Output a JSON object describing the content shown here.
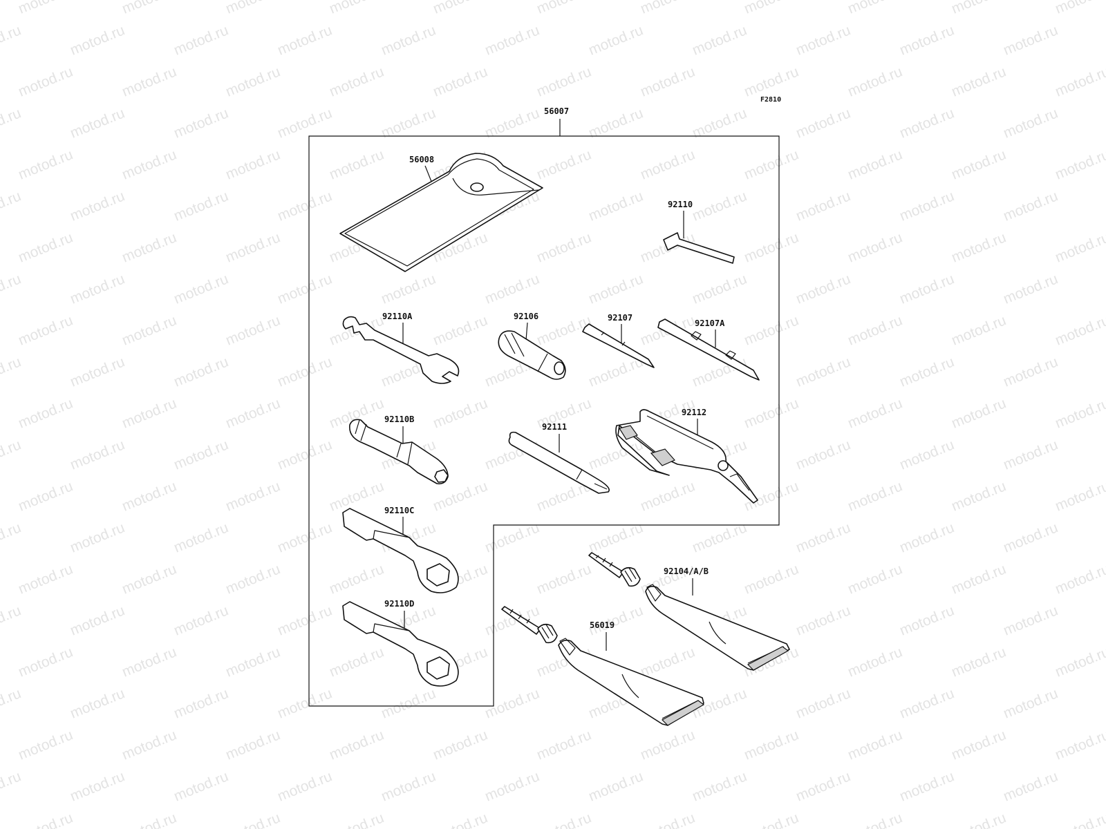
{
  "watermark": "motod.ru",
  "figure_code": "F2810",
  "kit_label": "56007",
  "parts": [
    {
      "id": "56008",
      "name": "pouch"
    },
    {
      "id": "92110",
      "name": "hex-key"
    },
    {
      "id": "92110A",
      "name": "open-end-wrench"
    },
    {
      "id": "92106",
      "name": "screwdriver-handle"
    },
    {
      "id": "92107",
      "name": "screwdriver-bit"
    },
    {
      "id": "92107A",
      "name": "screwdriver-bit-double"
    },
    {
      "id": "92110B",
      "name": "spark-plug-wrench"
    },
    {
      "id": "92111",
      "name": "extension-bar"
    },
    {
      "id": "92112",
      "name": "pliers"
    },
    {
      "id": "92110C",
      "name": "ring-wrench-c"
    },
    {
      "id": "92110D",
      "name": "ring-wrench-d"
    },
    {
      "id": "92104/A/B",
      "name": "grease-tube-large"
    },
    {
      "id": "56019",
      "name": "grease-tube-small"
    }
  ]
}
